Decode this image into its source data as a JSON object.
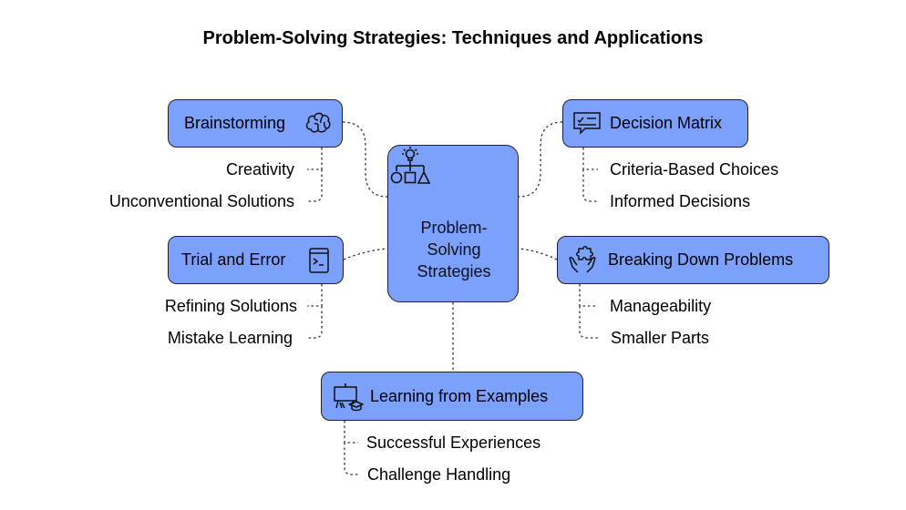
{
  "title": "Problem-Solving Strategies: Techniques and Applications",
  "center": {
    "label": "Problem-Solving Strategies",
    "icon": "hierarchy-lightbulb-icon"
  },
  "branches": {
    "brainstorming": {
      "label": "Brainstorming",
      "icon": "brain-icon",
      "items": [
        "Creativity",
        "Unconventional Solutions"
      ]
    },
    "trial_and_error": {
      "label": "Trial and Error",
      "icon": "terminal-icon",
      "items": [
        "Refining Solutions",
        "Mistake Learning"
      ]
    },
    "decision_matrix": {
      "label": "Decision Matrix",
      "icon": "checklist-chat-icon",
      "items": [
        "Criteria-Based Choices",
        "Informed Decisions"
      ]
    },
    "breaking_down": {
      "label": "Breaking Down Problems",
      "icon": "puzzle-hands-icon",
      "items": [
        "Manageability",
        "Smaller Parts"
      ]
    },
    "learning_examples": {
      "label": "Learning from Examples",
      "icon": "teacher-board-icon",
      "items": [
        "Successful Experiences",
        "Challenge Handling"
      ]
    }
  },
  "colors": {
    "node_fill": "#7ba1fd",
    "node_border": "#222222",
    "connector": "#333333"
  }
}
